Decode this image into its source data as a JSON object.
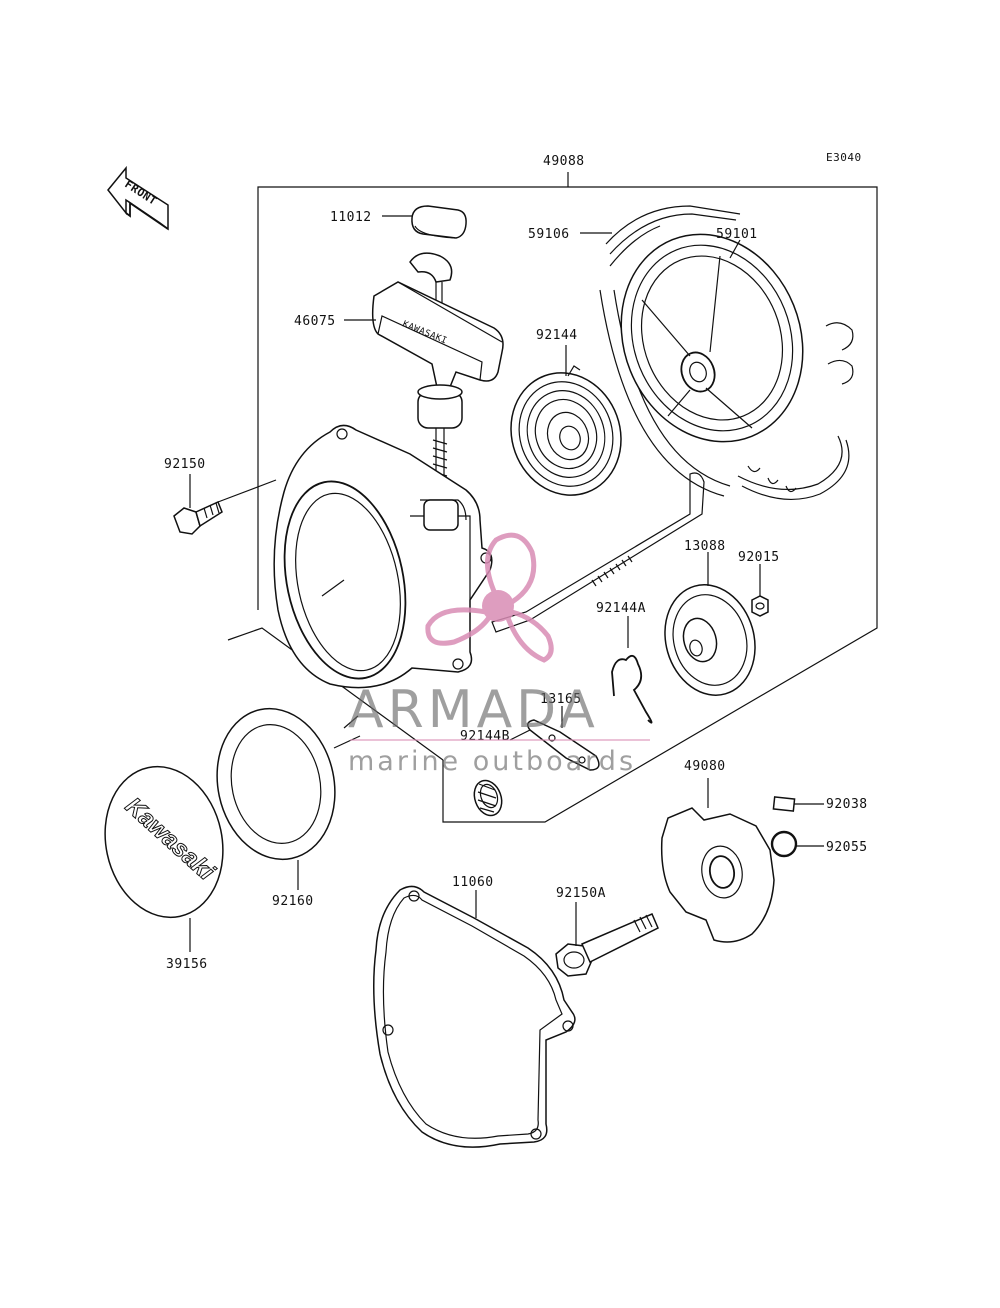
{
  "diagram_code": "E3040",
  "front_marker": "FRONT",
  "brand_cover_text": "Kawasaki",
  "handle_text": "KAWASAKI",
  "watermark": {
    "brand": "ARMADA",
    "tagline": "marine outboards",
    "color": "#d98cb5"
  },
  "parts": {
    "p49088": "49088",
    "p11012": "11012",
    "p46075": "46075",
    "p59106": "59106",
    "p59101": "59101",
    "p92144": "92144",
    "p92150": "92150",
    "p13088": "13088",
    "p92015": "92015",
    "p92144A": "92144A",
    "p13165": "13165",
    "p92144B": "92144B",
    "p49080": "49080",
    "p92038": "92038",
    "p92055": "92055",
    "p92160": "92160",
    "p39156": "39156",
    "p11060": "11060",
    "p92150A": "92150A"
  }
}
